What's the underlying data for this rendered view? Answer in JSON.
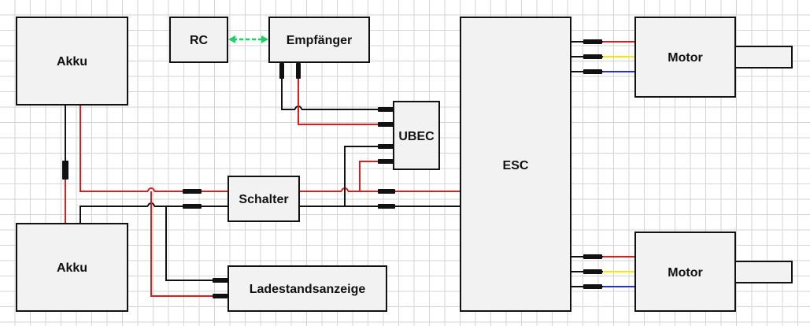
{
  "components": {
    "akku_top": "Akku",
    "akku_bottom": "Akku",
    "rc": "RC",
    "empfaenger": "Empfänger",
    "ubec": "UBEC",
    "schalter": "Schalter",
    "ladestandsanzeige": "Ladestandsanzeige",
    "esc": "ESC",
    "motor_top": "Motor",
    "motor_bottom": "Motor"
  },
  "colors": {
    "box_fill": "#f2f2f2",
    "box_stroke": "#111111",
    "wire_plus": "#e01b1b",
    "wire_minus": "#111111",
    "wire_phase_yellow": "#ffe600",
    "wire_phase_blue": "#2233cc",
    "radio_link": "#22cc66"
  }
}
